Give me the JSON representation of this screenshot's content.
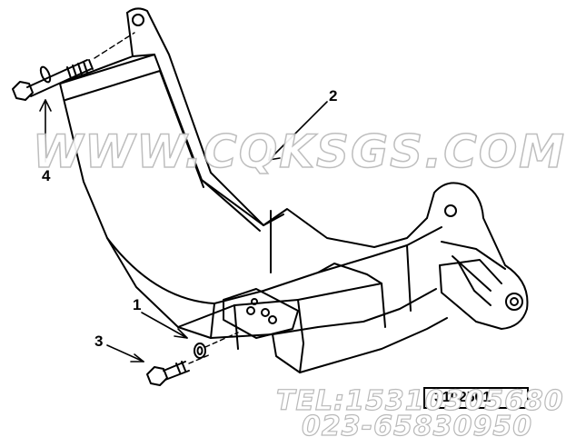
{
  "diagram": {
    "callouts": [
      "1",
      "2",
      "3",
      "4"
    ],
    "reference_code": "3102561",
    "watermark": {
      "url": "WWW.CQKSGS.COM",
      "tel": "TEL:15310305680",
      "phone": "023-65830950"
    }
  }
}
